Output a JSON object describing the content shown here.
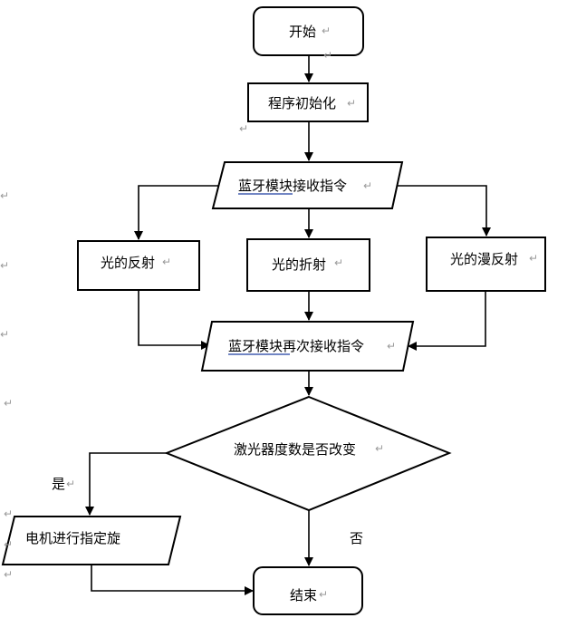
{
  "nodes": {
    "start": "开始",
    "init": "程序初始化",
    "receive": "蓝牙模块接收指令",
    "reflection": "光的反射",
    "refraction": "光的折射",
    "diffuse": "光的漫反射",
    "receive_again": "蓝牙模块再次接收指令",
    "decision": "激光器度数是否改变",
    "motor": "电机进行指定旋",
    "end": "结束"
  },
  "edge_labels": {
    "yes": "是",
    "no": "否"
  },
  "return_mark": "↵"
}
